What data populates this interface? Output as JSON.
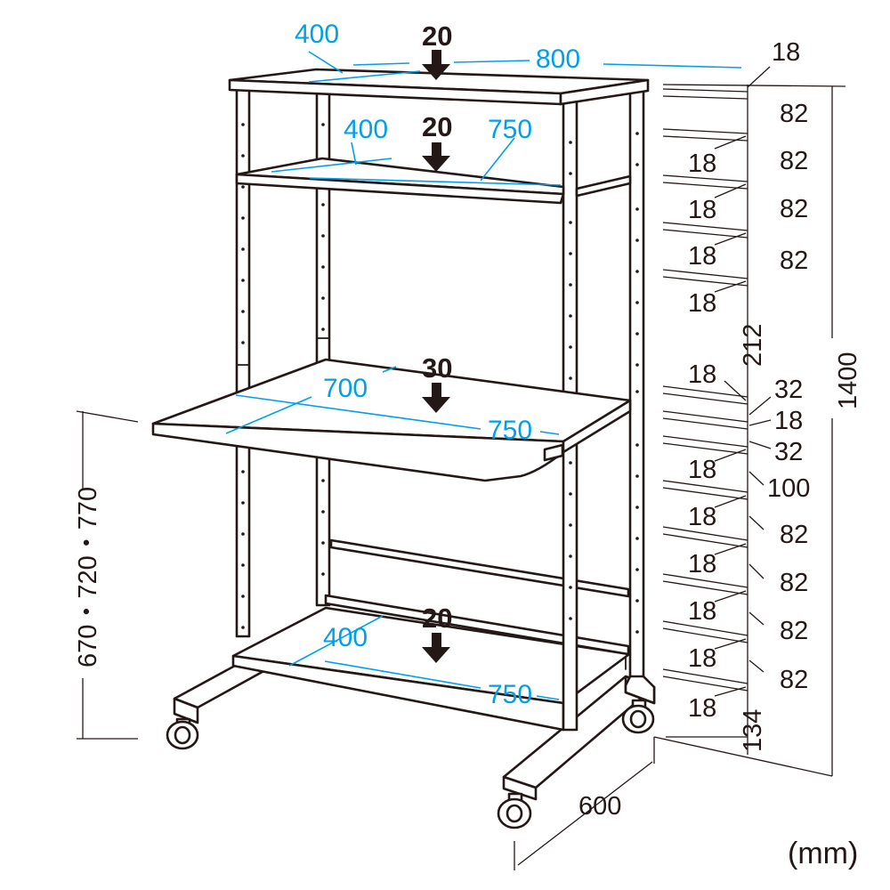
{
  "figure": {
    "unit_label": "(mm)",
    "loads": {
      "top": "20",
      "upper_shelf": "20",
      "desk": "30",
      "bottom": "20"
    },
    "top_shelf": {
      "depth": "400",
      "width": "800"
    },
    "upper_shelf": {
      "depth": "400",
      "width": "750"
    },
    "desk_shelf": {
      "depth": "700",
      "width": "750"
    },
    "bottom_shelf": {
      "depth": "400",
      "width": "750"
    },
    "overall": {
      "height": "1400",
      "depth": "600"
    },
    "desk_height": "670・720・770",
    "pitch": {
      "top_thickness": "18",
      "r1": "82",
      "s1": "18",
      "r2": "82",
      "s2": "18",
      "r3": "82",
      "s3": "18",
      "r4": "82",
      "s4": "18",
      "gap_212": "212",
      "s5": "18",
      "r32a": "32",
      "s6": "18",
      "r32b": "32",
      "s7": "18",
      "r100": "100",
      "s8": "18",
      "r5": "82",
      "s9": "18",
      "r6": "82",
      "s10": "18",
      "r7": "82",
      "s11": "18",
      "r8": "82",
      "s12": "18",
      "bottom_134": "134"
    }
  }
}
